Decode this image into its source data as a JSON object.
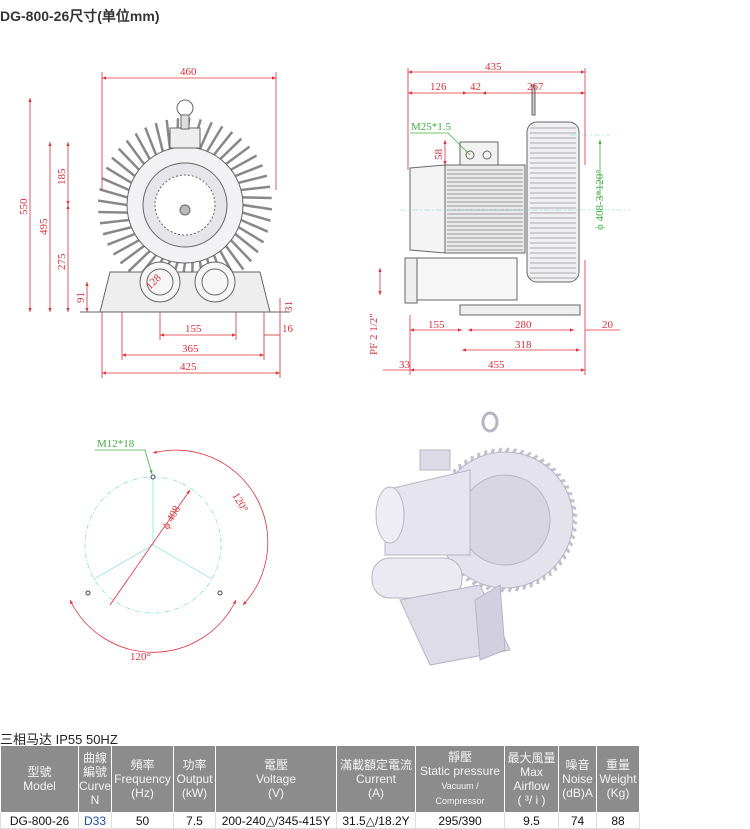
{
  "title": "DG-800-26尺寸(单位mm)",
  "front_view": {
    "dims": [
      "460",
      "550",
      "495",
      "185",
      "275",
      "91",
      "31",
      "155",
      "16",
      "365",
      "425",
      "128"
    ]
  },
  "side_view": {
    "dims": [
      "435",
      "126",
      "42",
      "267",
      "58",
      "155",
      "280",
      "20",
      "318",
      "33",
      "455"
    ],
    "thread_label": "M25*1.5",
    "flange_label": "ϕ 408-3*120°",
    "port_label": "PF 2 1/2\""
  },
  "bolt_pattern": {
    "thread_label": "M12*18",
    "diameter_label": "ϕ 408",
    "angle_right": "120°",
    "angle_bottom": "120°"
  },
  "colors": {
    "dimension": "#e0303a",
    "note": "#40b040",
    "header_bg": "#8c8c8c",
    "curve_link": "#1a4fb0"
  },
  "spec": {
    "subtitle": "三相马达 IP55 50HZ",
    "headers": [
      {
        "zh": "型號",
        "en": "Model"
      },
      {
        "zh": "曲線編號",
        "en": "Curve",
        "en2": "N"
      },
      {
        "zh": "頻率",
        "en": "Frequency",
        "en2": "(Hz)"
      },
      {
        "zh": "功率",
        "en": "Output",
        "en2": "(kW)"
      },
      {
        "zh": "電壓",
        "en": "Voltage",
        "en2": "(V)"
      },
      {
        "zh": "滿載額定電流",
        "en": "Current",
        "en2": "(A)"
      },
      {
        "zh": "靜壓",
        "en": "Static pressure",
        "en2": "Vacuum /",
        "en3": "Compressor"
      },
      {
        "zh": "最大風量",
        "en": "Max",
        "en2": "Airflow",
        "en3": "( ³/ i )"
      },
      {
        "zh": "噪音",
        "en": "Noise",
        "en2": "(dB)A"
      },
      {
        "zh": "重量",
        "en": "Weight",
        "en2": "(Kg)"
      }
    ],
    "row": {
      "model": "DG-800-26",
      "curve": "D33",
      "frequency": "50",
      "output": "7.5",
      "voltage": "200-240△/345-415Y",
      "current": "31.5△/18.2Y",
      "static_pressure": "295/390",
      "airflow": "9.5",
      "noise": "74",
      "weight": "88"
    }
  }
}
